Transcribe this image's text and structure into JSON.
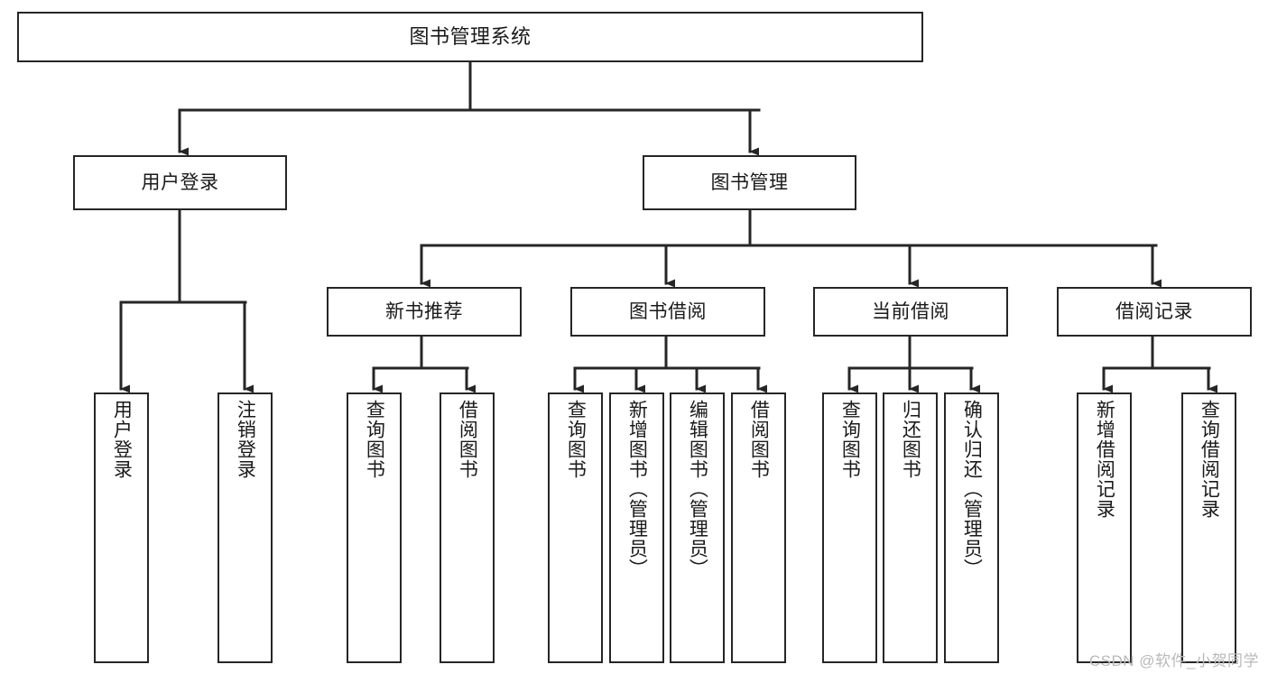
{
  "diagram": {
    "title": "图书管理系统",
    "type": "functional-structure-tree",
    "background_color": "#ffffff",
    "line_color": "#262626",
    "box_fill": "#ffffff",
    "watermark": "CSDN @软件_小贺同学"
  },
  "nodes": {
    "root": {
      "label": "图书管理系统"
    },
    "level1": [
      {
        "id": "user-login",
        "label": "用户登录"
      },
      {
        "id": "book-manage",
        "label": "图书管理"
      }
    ],
    "level2": [
      {
        "id": "new-book-recommend",
        "label": "新书推荐",
        "parent": "book-manage"
      },
      {
        "id": "book-borrow",
        "label": "图书借阅",
        "parent": "book-manage"
      },
      {
        "id": "current-borrow",
        "label": "当前借阅",
        "parent": "book-manage"
      },
      {
        "id": "borrow-record",
        "label": "借阅记录",
        "parent": "book-manage"
      }
    ],
    "leaves": [
      {
        "id": "leaf-user-login",
        "label": "用户登录",
        "parent": "user-login"
      },
      {
        "id": "leaf-logout-login",
        "label": "注销登录",
        "parent": "user-login"
      },
      {
        "id": "leaf-query-book-1",
        "label": "查询图书",
        "parent": "new-book-recommend"
      },
      {
        "id": "leaf-borrow-book-1",
        "label": "借阅图书",
        "parent": "new-book-recommend"
      },
      {
        "id": "leaf-query-book-2",
        "label": "查询图书",
        "parent": "book-borrow"
      },
      {
        "id": "leaf-add-book",
        "label": "新增图书（管理员）",
        "parent": "book-borrow"
      },
      {
        "id": "leaf-edit-book",
        "label": "编辑图书（管理员）",
        "parent": "book-borrow"
      },
      {
        "id": "leaf-borrow-book-2",
        "label": "借阅图书",
        "parent": "book-borrow"
      },
      {
        "id": "leaf-query-book-3",
        "label": "查询图书",
        "parent": "current-borrow"
      },
      {
        "id": "leaf-return-book",
        "label": "归还图书",
        "parent": "current-borrow"
      },
      {
        "id": "leaf-confirm-return",
        "label": "确认归还（管理员）",
        "parent": "current-borrow"
      },
      {
        "id": "leaf-add-record",
        "label": "新增借阅记录",
        "parent": "borrow-record"
      },
      {
        "id": "leaf-query-record",
        "label": "查询借阅记录",
        "parent": "borrow-record"
      }
    ]
  }
}
